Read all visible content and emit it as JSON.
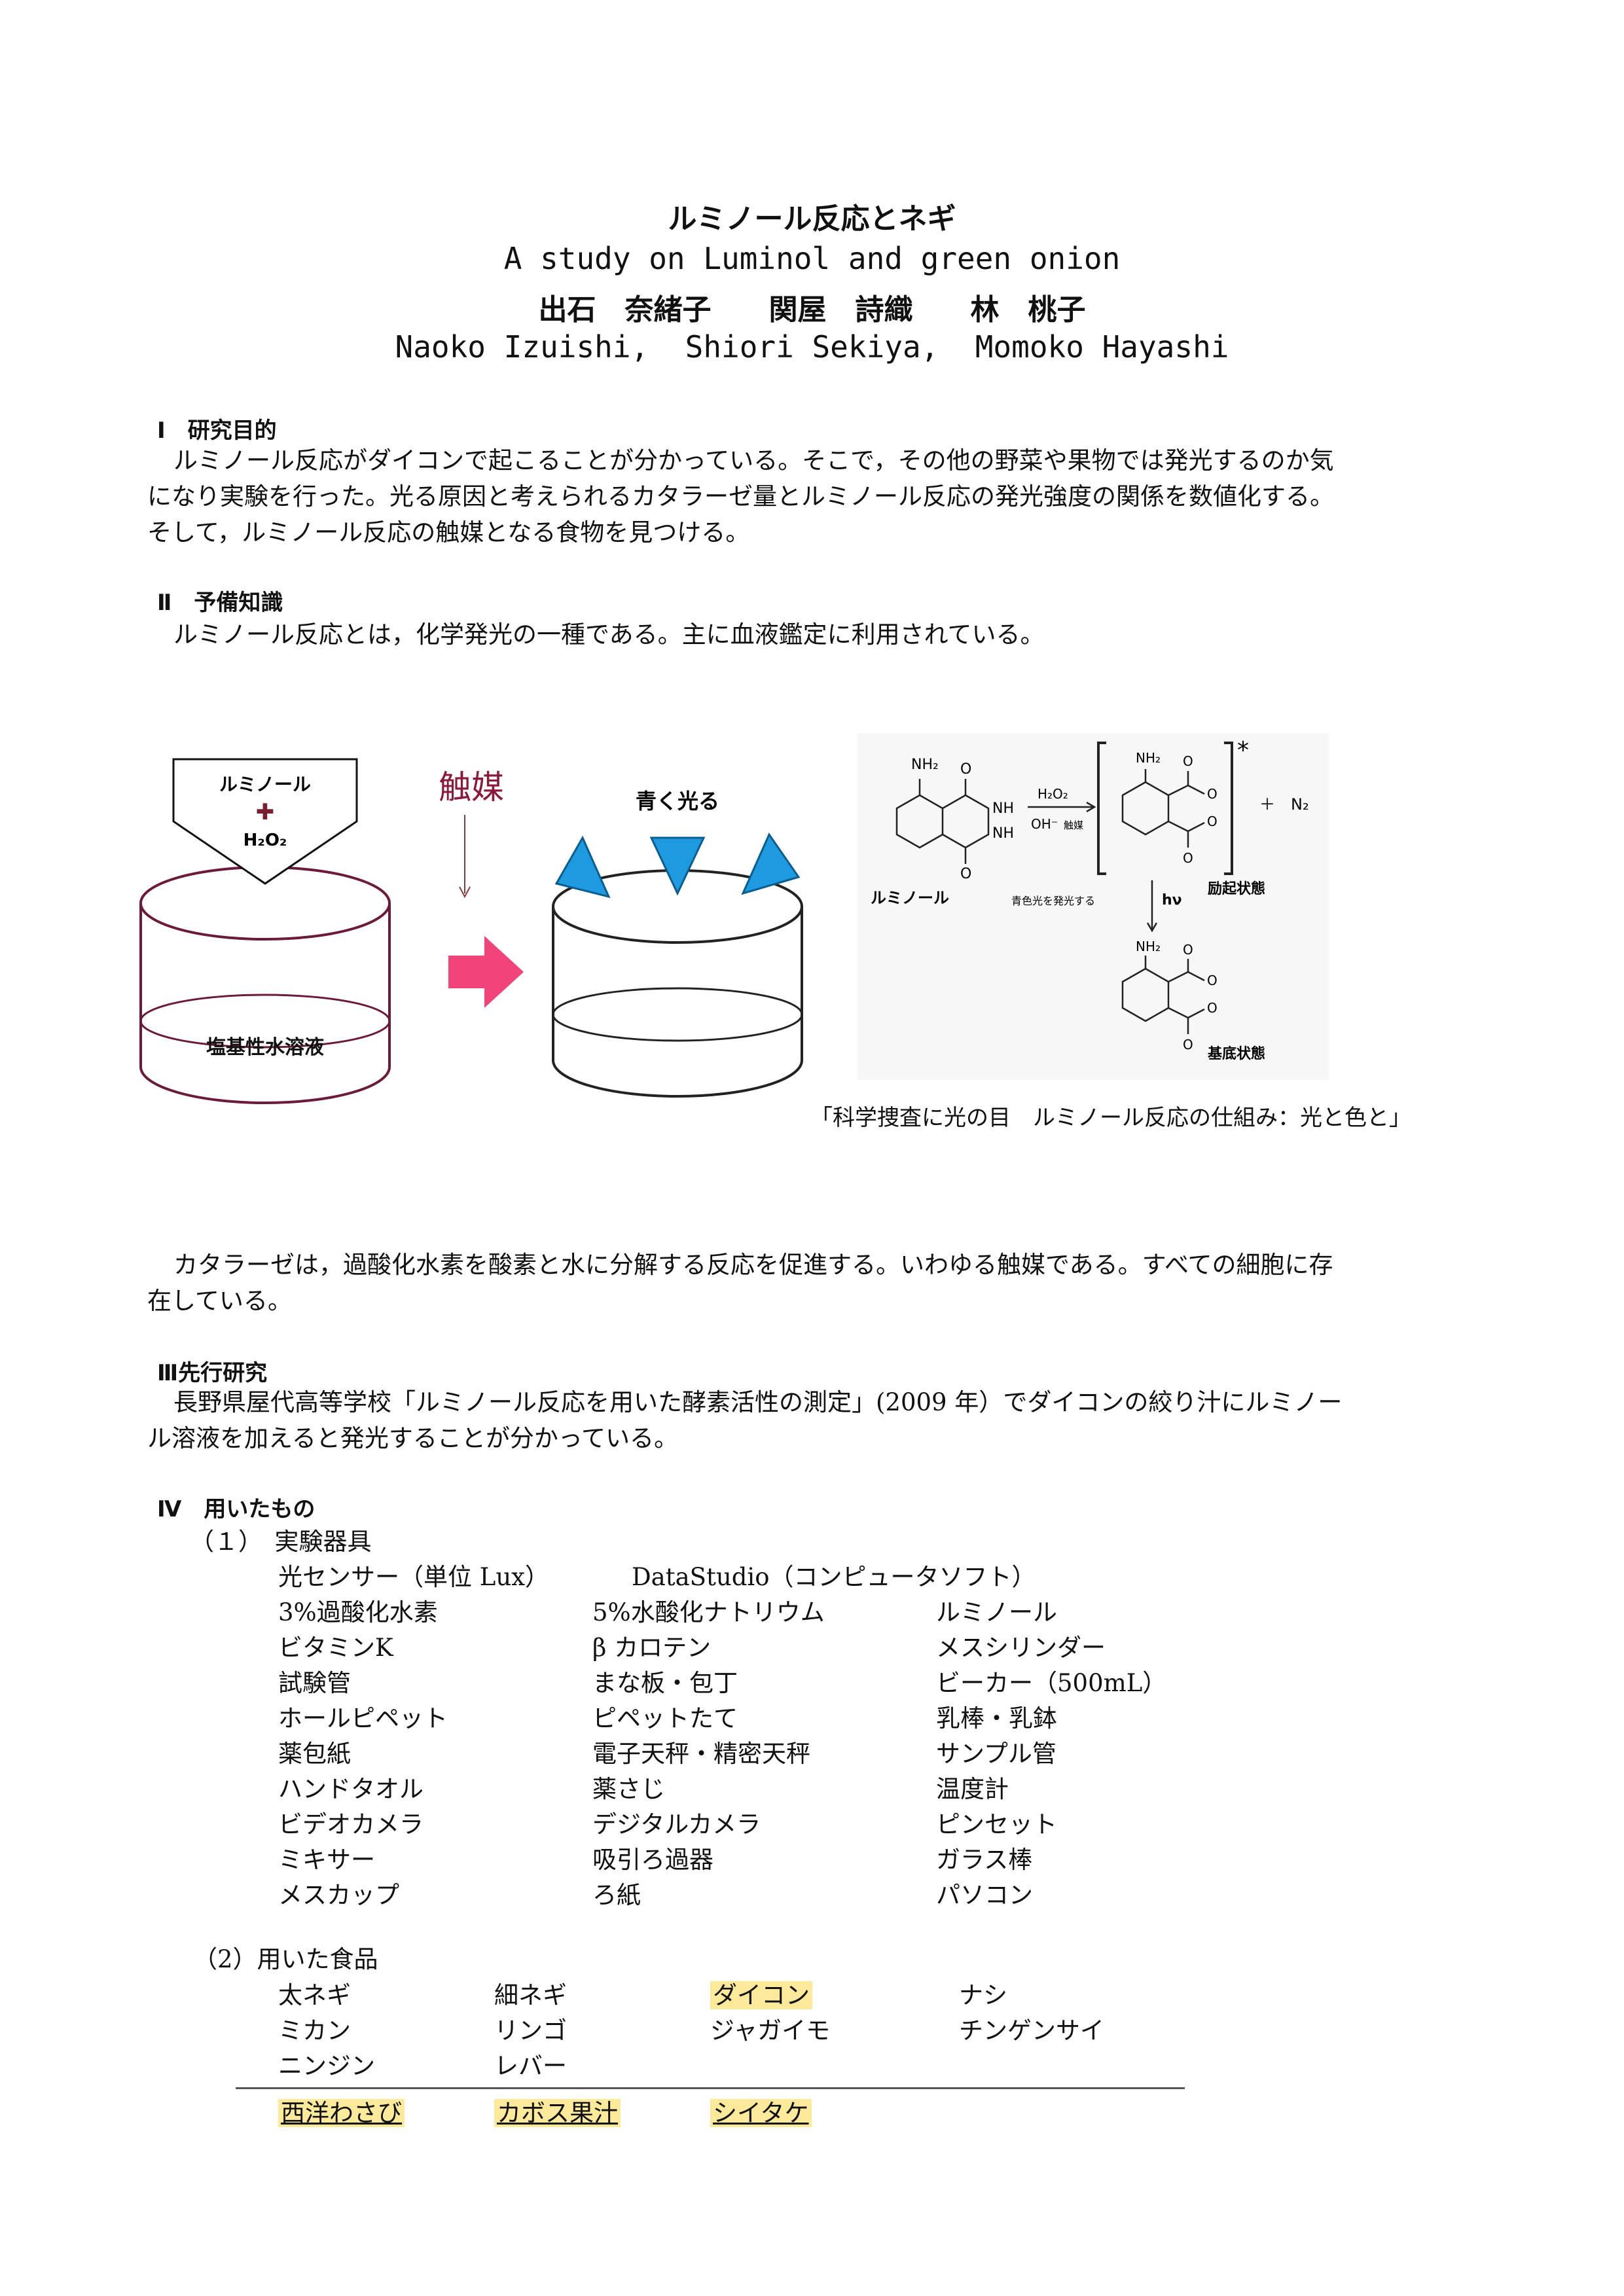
{
  "title": {
    "jp": "ルミノール反応とネギ",
    "en": "A study on Luminol and green onion",
    "authors_jp": "出石　奈緒子　　関屋　詩織　　林　桃子",
    "authors_en": "Naoko Izuishi,  Shiori Sekiya,  Momoko Hayashi"
  },
  "sections": {
    "s1": {
      "heading": "Ⅰ　研究目的",
      "lines": [
        "ルミノール反応がダイコンで起こることが分かっている。そこで，その他の野菜や果物では発光するのか気",
        "になり実験を行った。光る原因と考えられるカタラーゼ量とルミノール反応の発光強度の関係を数値化する。",
        "そして，ルミノール反応の触媒となる食物を見つける。"
      ]
    },
    "s2": {
      "heading": "Ⅱ　予備知識",
      "lines": [
        "ルミノール反応とは，化学発光の一種である。主に血液鑑定に利用されている。"
      ]
    },
    "figure": {
      "box_line1": "ルミノール",
      "box_plus": "✚",
      "box_line2": "H₂O₂",
      "catalyst": "触媒",
      "glow": "青く光る",
      "solution": "塩基性水溶液",
      "nh2": "NH₂",
      "nh": "NH",
      "o": "O",
      "luminol": "ルミノール",
      "h2o2": "H₂O₂",
      "oh": "OH⁻",
      "cat_small": "触媒",
      "plus_n2": "＋　N₂",
      "star": "*",
      "excited": "励起状態",
      "blue_light": "青色光を発光する",
      "hv": "hν",
      "ground": "基底状態",
      "caption": "「科学捜査に光の目　ルミノール反応の仕組み：光と色と」"
    },
    "catalase": {
      "lines": [
        "カタラーゼは，過酸化水素を酸素と水に分解する反応を促進する。いわゆる触媒である。すべての細胞に存",
        "在している。"
      ]
    },
    "s3": {
      "heading": "Ⅲ先行研究",
      "lines": [
        "長野県屋代高等学校「ルミノール反応を用いた酵素活性の測定」(2009 年）でダイコンの絞り汁にルミノー",
        "ル溶液を加えると発光することが分かっている。"
      ]
    },
    "s4": {
      "heading": "Ⅳ　用いたもの",
      "sub1": "（１）　実験器具",
      "row0": [
        "光センサー（単位 Lux）",
        "DataStudio（コンピュータソフト）"
      ],
      "rows": [
        [
          "3%過酸化水素",
          "5%水酸化ナトリウム",
          "ルミノール"
        ],
        [
          "ビタミンK",
          "β カロテン",
          "メスシリンダー"
        ],
        [
          "試験管",
          "まな板・包丁",
          "ビーカー（500mL）"
        ],
        [
          "ホールピペット",
          "ピペットたて",
          "乳棒・乳鉢"
        ],
        [
          "薬包紙",
          "電子天秤・精密天秤",
          "サンプル管"
        ],
        [
          "ハンドタオル",
          "薬さじ",
          "温度計"
        ],
        [
          "ビデオカメラ",
          "デジタルカメラ",
          "ピンセット"
        ],
        [
          "ミキサー",
          "吸引ろ過器",
          "ガラス棒"
        ],
        [
          "メスカップ",
          "ろ紙",
          "パソコン"
        ]
      ],
      "sub2": "（2）用いた食品",
      "foods": [
        [
          "太ネギ",
          "細ネギ",
          "ダイコン",
          "ナシ"
        ],
        [
          "ミカン",
          "リンゴ",
          "ジャガイモ",
          "チンゲンサイ"
        ],
        [
          "ニンジン",
          "レバー"
        ]
      ],
      "foods_extra": [
        "西洋わさび",
        "カボス果汁",
        "シイタケ"
      ],
      "highlight_color": "#fde99a"
    }
  }
}
